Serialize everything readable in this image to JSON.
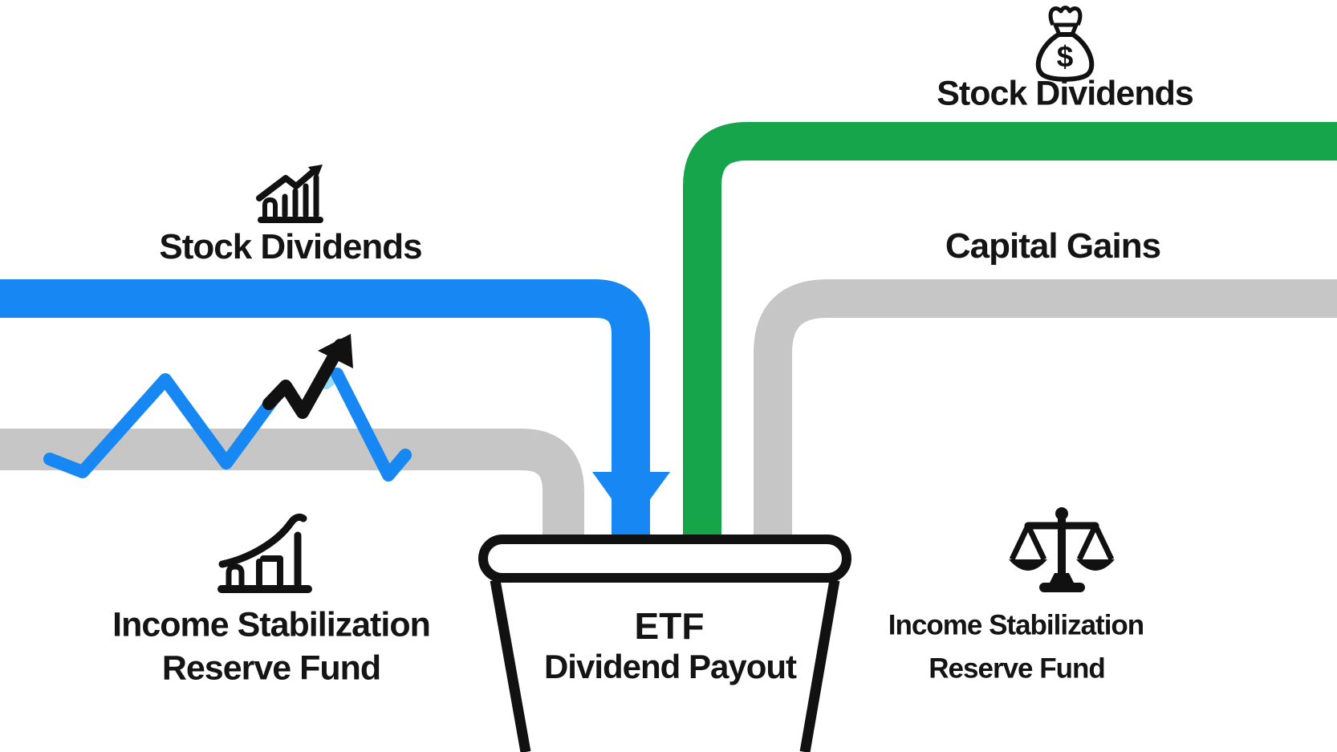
{
  "diagram": {
    "type": "flow-infographic",
    "subject": "Sources flowing into an ETF dividend payout bucket"
  },
  "colors": {
    "blue_pipe": "#1787F4",
    "green_pipe": "#17A54C",
    "gray_pipe": "#C5C6C5",
    "chart_line": "#1787F4",
    "chart_line_highlight": "#96DBFA",
    "chart_arrow": "#111111",
    "outline_black": "#111111",
    "text": "#141414",
    "background": "#FFFFFF"
  },
  "labels": {
    "left_source": "Stock Dividends",
    "top_source": "Stock Dividends",
    "capital_gains": "Capital Gains",
    "left_fund_line1": "Income Stabilization",
    "left_fund_line2": "Reserve Fund",
    "right_fund_line1": "Income Stabilization",
    "right_fund_line2": "Reserve Fund",
    "funnel_line1": "ETF",
    "funnel_line2": "Dividend Payout",
    "money_bag_symbol": "$"
  },
  "icons": [
    "bar-chart-up-arrow-icon",
    "money-bag-icon",
    "growth-curve-bars-icon",
    "balance-scale-icon"
  ],
  "flows": [
    {
      "name": "stock-dividends-left",
      "label": "Stock Dividends",
      "color": "#1787F4",
      "from": "left-edge",
      "to": "etf-dividend-payout-bucket",
      "end": "arrowhead"
    },
    {
      "name": "stock-dividends-top",
      "label": "Stock Dividends",
      "color": "#17A54C",
      "from": "right-edge-top",
      "to": "etf-dividend-payout-bucket"
    },
    {
      "name": "capital-gains",
      "label": "Capital Gains",
      "color": "#C5C6C5",
      "from": "right-edge",
      "to": "etf-dividend-payout-bucket"
    },
    {
      "name": "reserve-feed-left",
      "label": "",
      "color": "#C5C6C5",
      "from": "left-edge-lower",
      "to": "etf-dividend-payout-bucket"
    }
  ]
}
